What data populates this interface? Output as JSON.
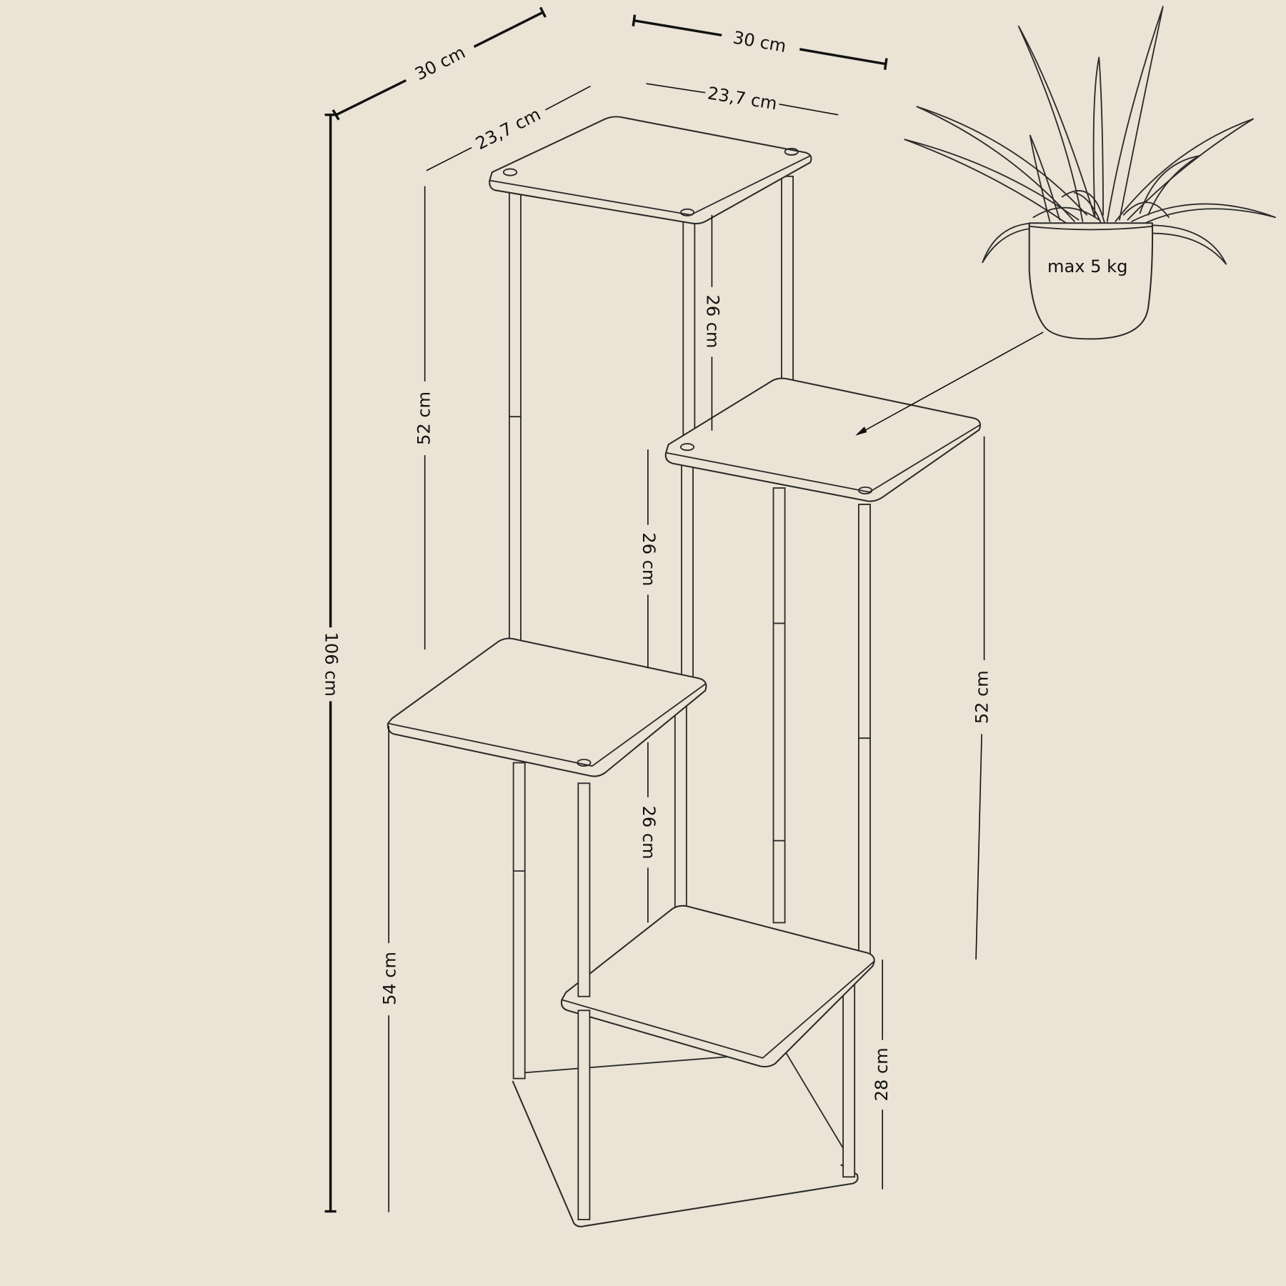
{
  "colors": {
    "background": "#ebe3d5",
    "line": "#2b2b2b"
  },
  "dimensions": {
    "outer_depth": "30 cm",
    "outer_width": "30 cm",
    "shelf_depth": "23,7 cm",
    "shelf_width": "23,7 cm",
    "total_height": "106 cm",
    "left_upper_height": "52 cm",
    "top_gap": "26 cm",
    "middle_gap": "26 cm",
    "lower_gap": "26 cm",
    "right_height": "52 cm",
    "left_lower_height": "54 cm",
    "bottom_gap": "28 cm"
  },
  "plant": {
    "max_load": "max 5 kg"
  }
}
